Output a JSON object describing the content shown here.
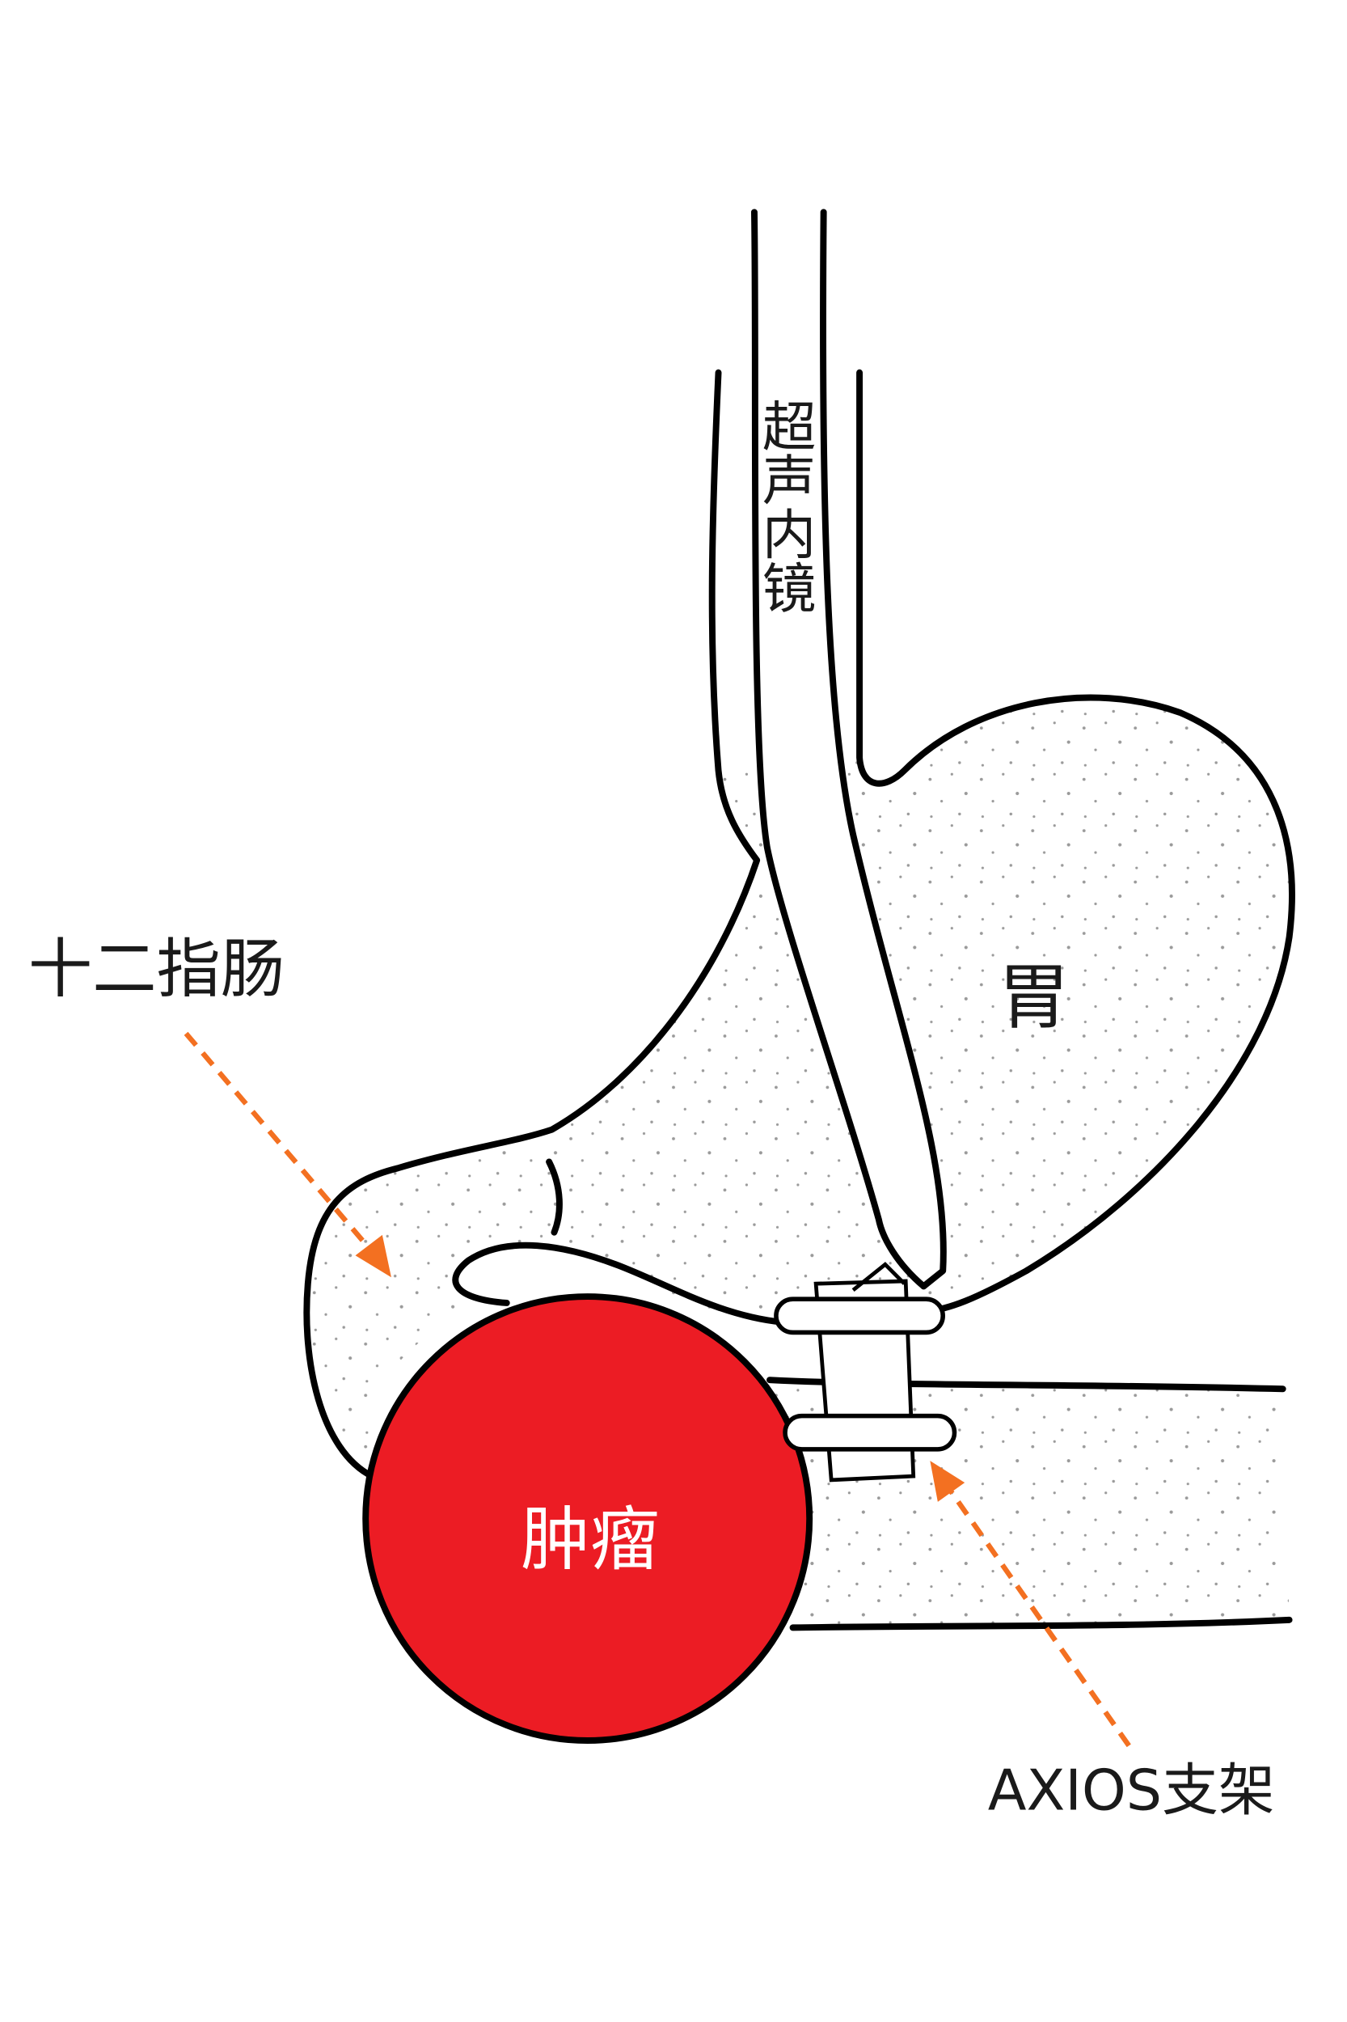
{
  "labels": {
    "endoscope": "超声内镜",
    "stomach": "胃",
    "duodenum": "十二指肠",
    "tumor": "肿瘤",
    "stent": "AXIOS支架"
  },
  "colors": {
    "tumor": "#ec1c24",
    "arrow": "#f37021",
    "outline": "#000000",
    "stipple": "#9a9a9a"
  }
}
